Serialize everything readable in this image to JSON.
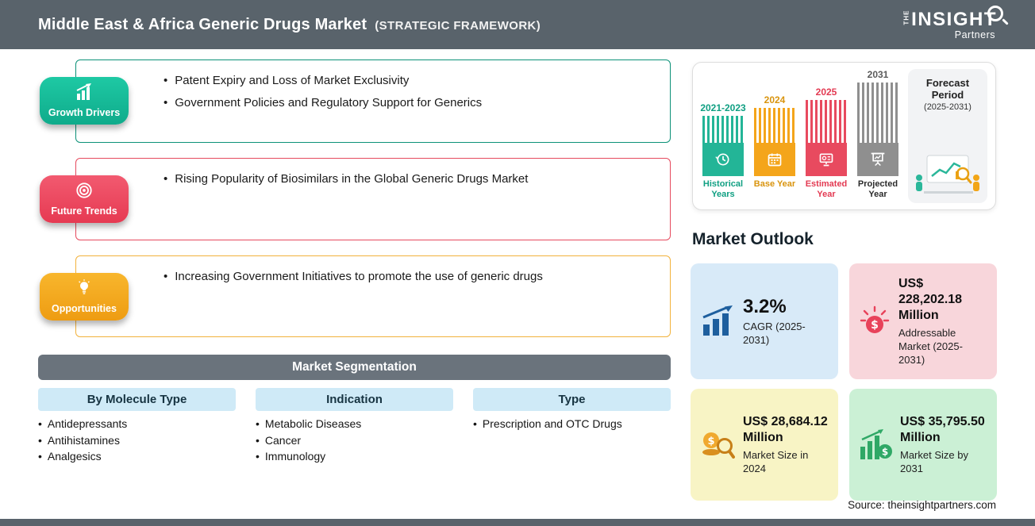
{
  "header": {
    "title": "Middle East & Africa Generic Drugs Market",
    "subtitle": "(STRATEGIC FRAMEWORK)",
    "logo": {
      "the": "THE",
      "name": "INSIGHT",
      "sub": "Partners"
    }
  },
  "framework": {
    "sections": [
      {
        "label": "Growth Drivers",
        "icon": "growth-chart-icon",
        "color": "#12b392",
        "items": [
          "Patent Expiry and Loss of Market Exclusivity",
          "Government Policies and Regulatory Support for Generics"
        ]
      },
      {
        "label": "Future Trends",
        "icon": "target-icon",
        "color": "#ea4158",
        "items": [
          "Rising Popularity of Biosimilars in the Global Generic Drugs Market"
        ]
      },
      {
        "label": "Opportunities",
        "icon": "idea-bulb-icon",
        "color": "#f4a71f",
        "items": [
          "Increasing Government Initiatives to promote the use of generic drugs"
        ]
      }
    ]
  },
  "segmentation": {
    "title": "Market Segmentation",
    "columns": [
      {
        "header": "By Molecule Type",
        "items": [
          "Antidepressants",
          "Antihistamines",
          "Analgesics"
        ]
      },
      {
        "header": "Indication",
        "items": [
          "Metabolic Diseases",
          "Cancer",
          "Immunology"
        ]
      },
      {
        "header": "Type",
        "items": [
          "Prescription and OTC Drugs"
        ]
      }
    ]
  },
  "timeline": {
    "bars": [
      {
        "year": "2021-2023",
        "label": "Historical Years",
        "color": "#23b597",
        "icon": "history-clock-icon"
      },
      {
        "year": "2024",
        "label": "Base Year",
        "color": "#f4a51b",
        "icon": "calendar-icon"
      },
      {
        "year": "2025",
        "label": "Estimated Year",
        "color": "#e84a5f",
        "icon": "monitor-gear-icon"
      },
      {
        "year": "2031",
        "label": "Projected Year",
        "color": "#8f8f8f",
        "icon": "projection-screen-icon"
      }
    ],
    "forecast": {
      "title": "Forecast Period",
      "range": "(2025-2031)"
    }
  },
  "outlook": {
    "title": "Market Outlook",
    "cards": [
      {
        "value": "3.2%",
        "label": "CAGR (2025-2031)",
        "bg": "#d8eaf8",
        "icon": "bar-chart-arrow-icon"
      },
      {
        "value": "US$ 228,202.18 Million",
        "label": "Addressable Market (2025-2031)",
        "bg": "#f8d6db",
        "icon": "dollar-rays-icon"
      },
      {
        "value": "US$ 28,684.12 Million",
        "label": "Market Size in 2024",
        "bg": "#f8f4c5",
        "icon": "coins-magnifier-icon"
      },
      {
        "value": "US$ 35,795.50 Million",
        "label": "Market Size by 2031",
        "bg": "#cbf0d5",
        "icon": "growth-dollar-icon"
      }
    ],
    "source": "Source: theinsightpartners.com"
  },
  "colors": {
    "header_bg": "#59636b",
    "segmentation_bar_bg": "#6a737c",
    "segment_header_bg": "#cfeaf7"
  }
}
